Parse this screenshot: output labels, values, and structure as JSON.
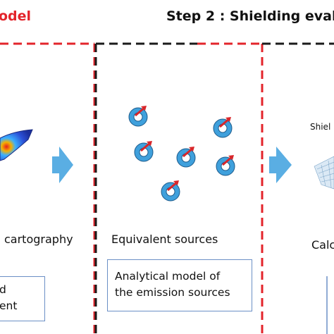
{
  "step1_title": "odel",
  "step2_title": "Step 2 : Shielding eval",
  "captions": {
    "left": "cartography",
    "middle": "Equivalent sources",
    "right_top": "Shiel",
    "right_bottom": "Calc"
  },
  "left_box": {
    "line1": "d",
    "line2": "ent"
  },
  "middle_box": {
    "line1": "Analytical model of",
    "line2": "the emission sources"
  },
  "colors": {
    "step1_accent": "#e3242b",
    "dashed_black": "#1a1a1a",
    "arrow": "#5aaee3",
    "ring": "#3fa0dc",
    "ring_arrow": "#d8262a",
    "box_border": "#6b8fc6"
  },
  "icons": [
    "right-arrow-icon",
    "emission-source-icon",
    "field-map-icon",
    "shielding-mesh-icon"
  ]
}
